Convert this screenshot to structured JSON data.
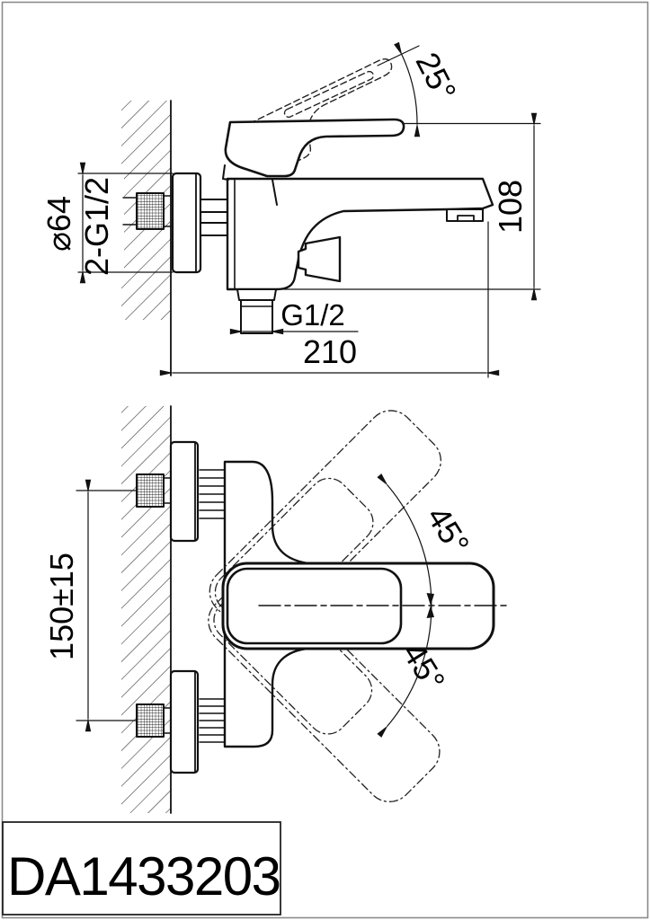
{
  "drawing": {
    "part_number": "DA1433203",
    "side_view": {
      "handle_lift_angle": "25°",
      "spout_height": "108",
      "flange_diameter": "⌀64",
      "wall_connections_thread": "2-G1/2",
      "outlet_thread": "G1/2",
      "overall_depth": "210"
    },
    "front_view": {
      "handle_swing_up": "45°",
      "handle_swing_down": "45°",
      "connection_spacing": "150±15"
    },
    "colors": {
      "line": "#111111",
      "background": "#ffffff",
      "border": "#8a8a8a"
    }
  }
}
